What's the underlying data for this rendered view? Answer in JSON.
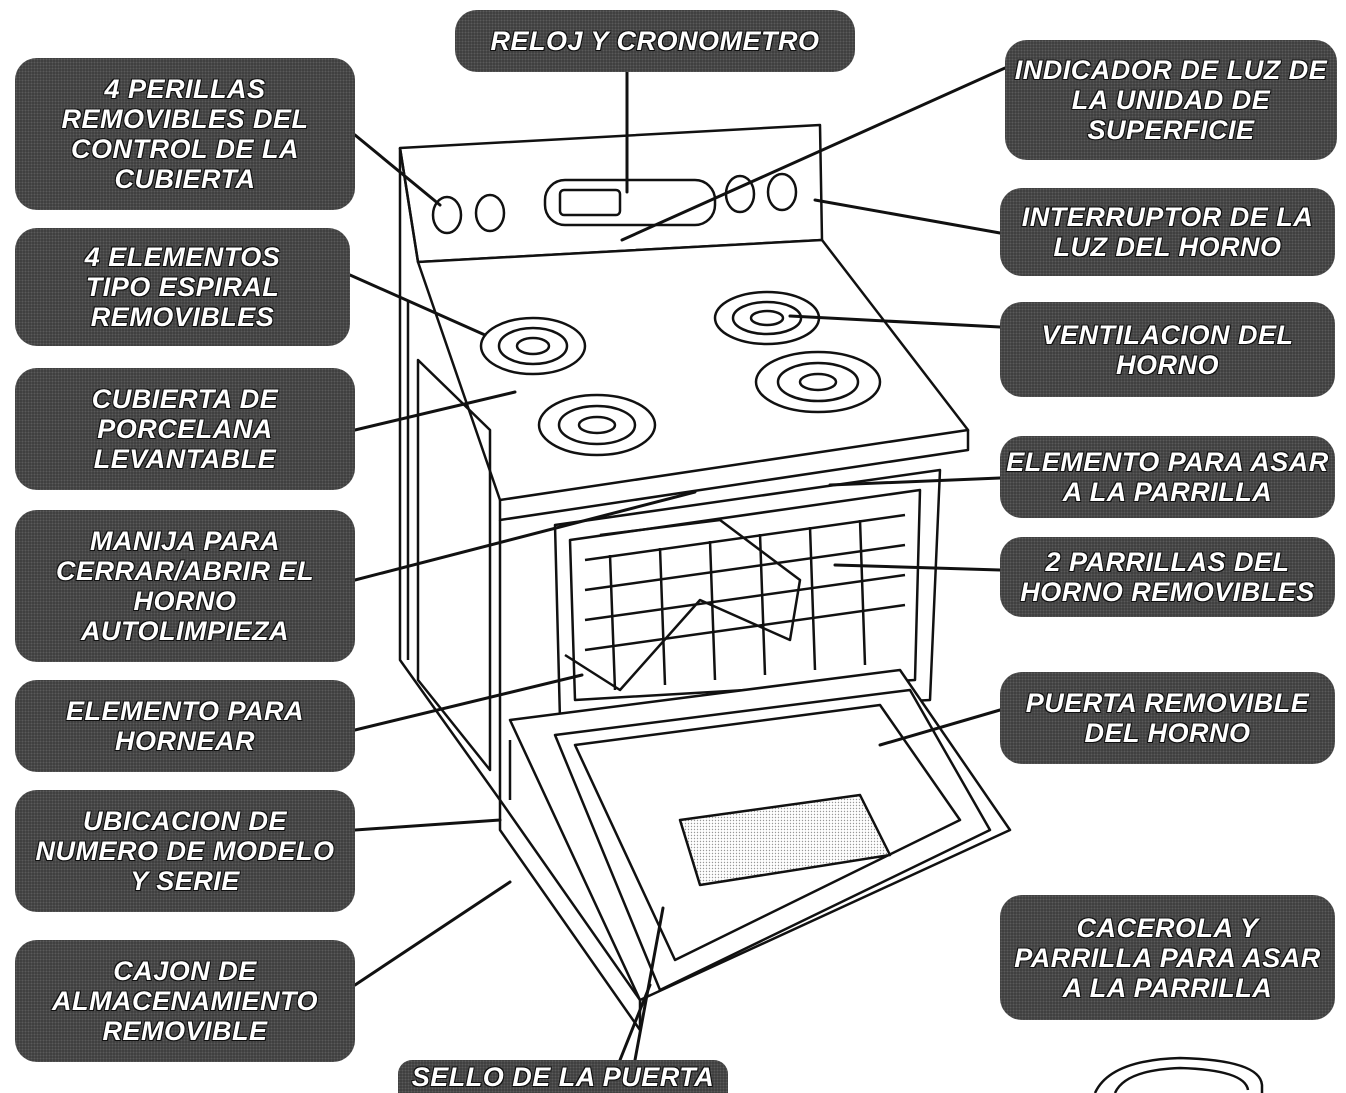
{
  "labels": {
    "reloj": "RELOJ Y CRONOMETRO",
    "indicador_luz": "INDICADOR DE LUZ DE\nLA UNIDAD DE\nSUPERFICIE",
    "perillas": "4 PERILLAS\nREMOVIBLES DEL\nCONTROL DE LA\nCUBIERTA",
    "interruptor": "INTERRUPTOR DE LA\nLUZ DEL HORNO",
    "elementos": "4 ELEMENTOS\nTIPO ESPIRAL\nREMOVIBLES",
    "ventilacion": "VENTILACION DEL\nHORNO",
    "cubierta": "CUBIERTA DE\nPORCELANA\nLEVANTABLE",
    "asar": "ELEMENTO PARA ASAR\nA LA PARRILLA",
    "manija": "MANIJA PARA\nCERRAR/ABRIR EL\nHORNO\nAUTOLIMPIEZA",
    "parrillas": "2 PARRILLAS DEL\nHORNO REMOVIBLES",
    "hornear": "ELEMENTO PARA\nHORNEAR",
    "puerta": "PUERTA REMOVIBLE\nDEL HORNO",
    "ubicacion": "UBICACION DE\nNUMERO DE MODELO\nY SERIE",
    "cajon": "CAJON DE\nALMACENAMIENTO\nREMOVIBLE",
    "sello": "SELLO DE LA PUERTA",
    "cacerola": "CACEROLA Y\nPARRILLA PARA ASAR\nA LA PARRILLA"
  },
  "colors": {
    "label_bg": "#3a3a3a",
    "label_text": "#ffffff",
    "line": "#111111"
  }
}
